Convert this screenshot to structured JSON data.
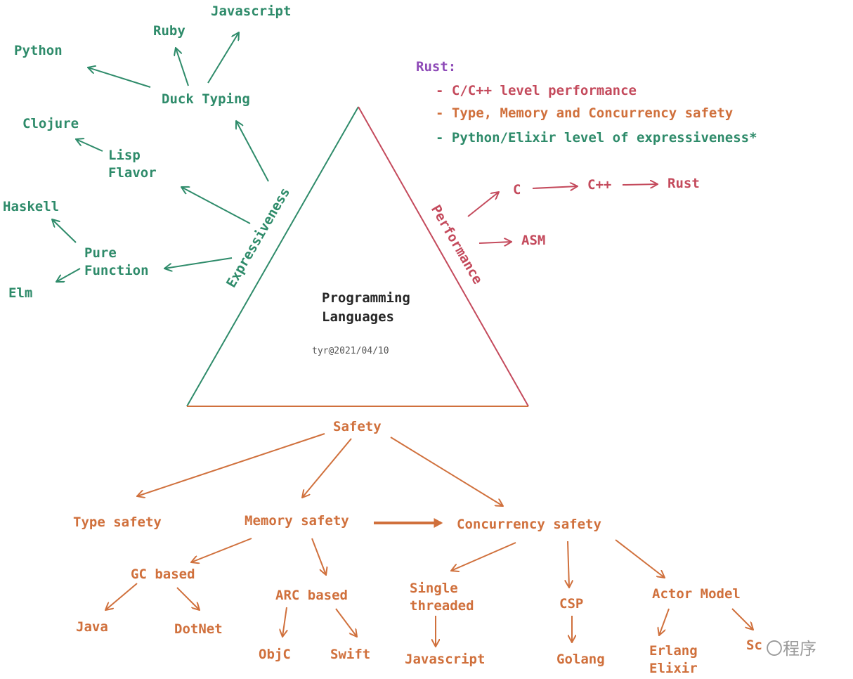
{
  "center": {
    "line1": "Programming",
    "line2": "Languages",
    "signature": "tyr@2021/04/10"
  },
  "axes": {
    "expressiveness": "Expressiveness",
    "performance": "Performance",
    "safety": "Safety"
  },
  "rust": {
    "title": "Rust:",
    "points": [
      {
        "text": "- C/C++ level performance",
        "color": "#c44a5c"
      },
      {
        "text": "- Type, Memory and Concurrency safety",
        "color": "#d0703c"
      },
      {
        "text": "- Python/Elixir level of expressiveness*",
        "color": "#2e8b6a"
      }
    ]
  },
  "expressiveness_nodes": {
    "duck_typing": "Duck Typing",
    "python": "Python",
    "ruby": "Ruby",
    "javascript": "Javascript",
    "lisp_line1": "Lisp",
    "lisp_line2": "Flavor",
    "clojure": "Clojure",
    "pure_line1": "Pure",
    "pure_line2": "Function",
    "haskell": "Haskell",
    "elm": "Elm"
  },
  "performance_nodes": {
    "c": "C",
    "cpp": "C++",
    "rust": "Rust",
    "asm": "ASM"
  },
  "safety_nodes": {
    "type_safety": "Type safety",
    "memory_safety": "Memory safety",
    "concurrency_safety": "Concurrency safety",
    "gc_based": "GC based",
    "java": "Java",
    "dotnet": "DotNet",
    "arc_based": "ARC based",
    "objc": "ObjC",
    "swift": "Swift",
    "single_line1": "Single",
    "single_line2": "threaded",
    "javascript": "Javascript",
    "csp": "CSP",
    "golang": "Golang",
    "actor_model": "Actor Model",
    "erlang": "Erlang",
    "elixir": "Elixir",
    "scala": "Sc"
  },
  "colors": {
    "expressiveness": "#2e8b6a",
    "performance": "#c44a5c",
    "safety": "#d0703c",
    "rust_title": "#8f4bb8"
  },
  "watermark": "〇程序"
}
